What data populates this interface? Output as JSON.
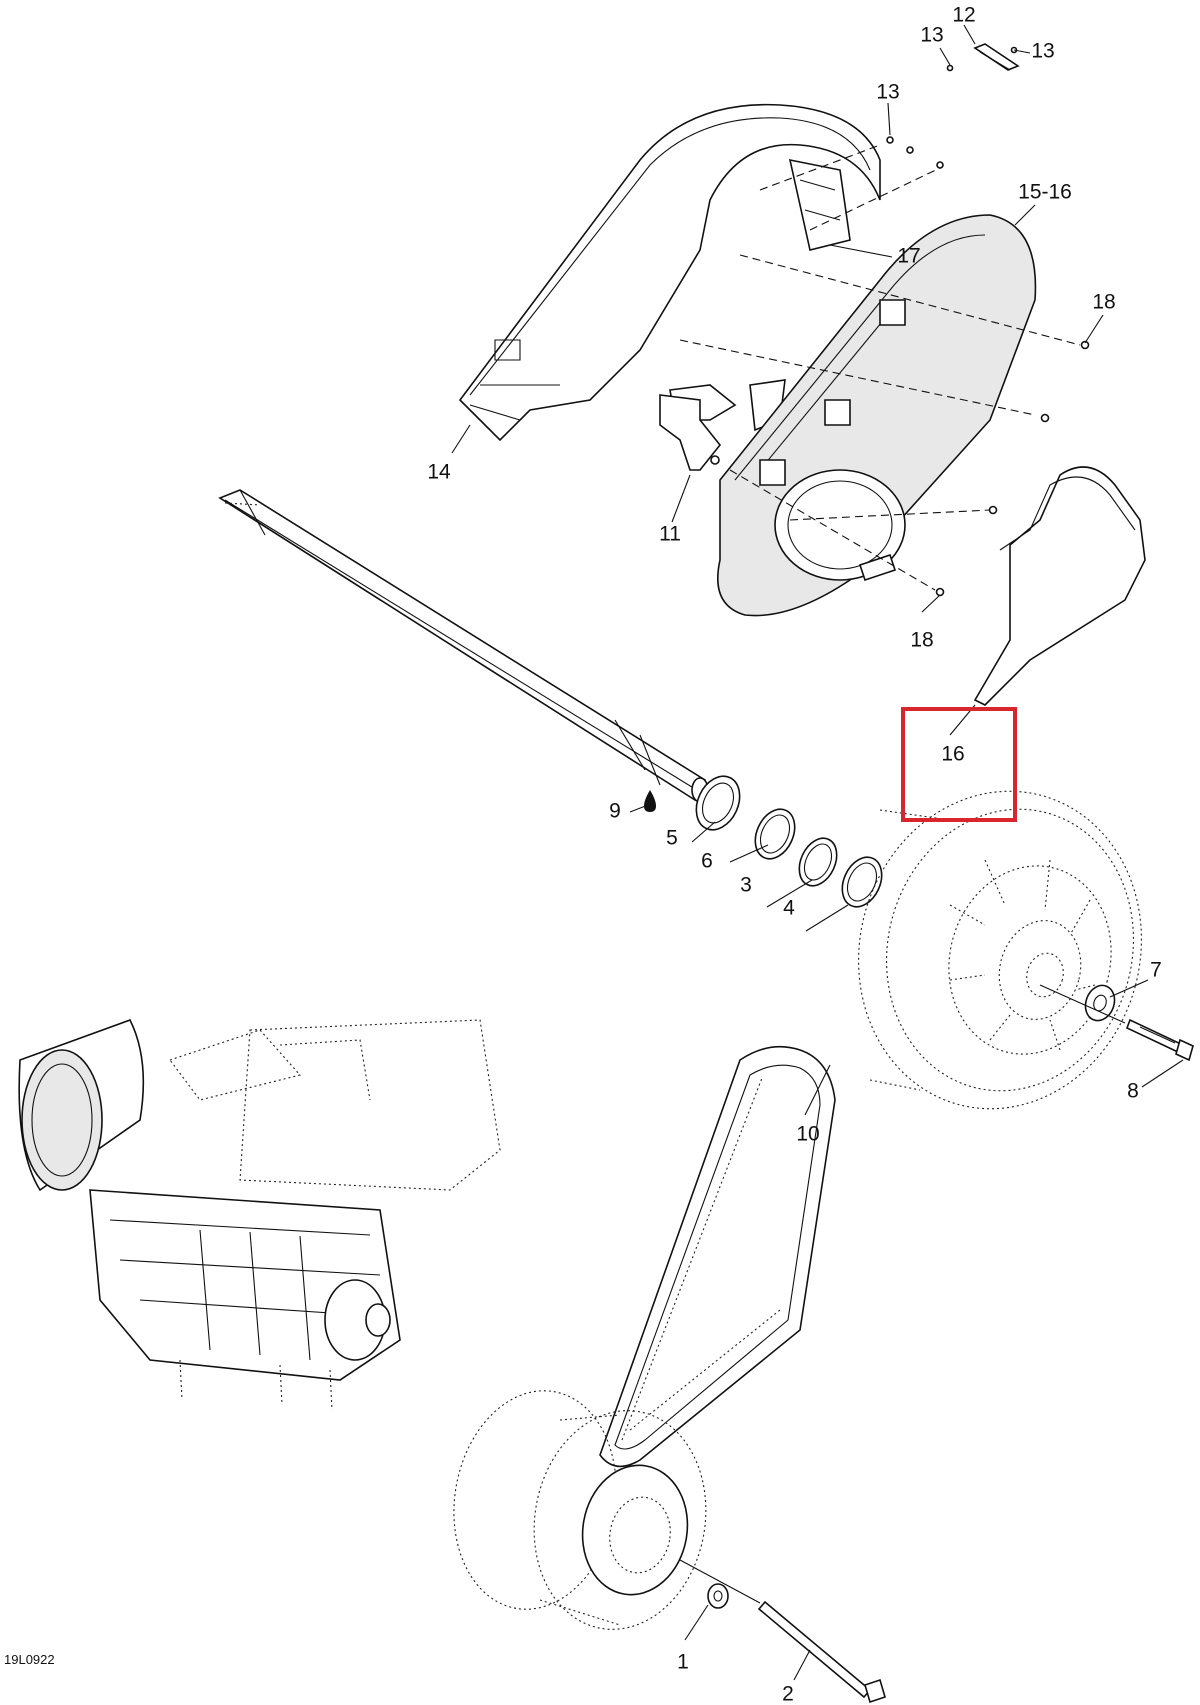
{
  "document_id": "19L0922",
  "highlight_color": "#d9262c",
  "callouts": [
    {
      "key": "c12",
      "text": "12"
    },
    {
      "key": "c13a",
      "text": "13"
    },
    {
      "key": "c13b",
      "text": "13"
    },
    {
      "key": "c13c",
      "text": "13"
    },
    {
      "key": "c15_16",
      "text": "15-16"
    },
    {
      "key": "c17",
      "text": "17"
    },
    {
      "key": "c18a",
      "text": "18"
    },
    {
      "key": "c14",
      "text": "14"
    },
    {
      "key": "c11",
      "text": "11"
    },
    {
      "key": "c18b",
      "text": "18"
    },
    {
      "key": "c16",
      "text": "16"
    },
    {
      "key": "c9",
      "text": "9"
    },
    {
      "key": "c5",
      "text": "5"
    },
    {
      "key": "c6",
      "text": "6"
    },
    {
      "key": "c3",
      "text": "3"
    },
    {
      "key": "c4",
      "text": "4"
    },
    {
      "key": "c7",
      "text": "7"
    },
    {
      "key": "c8",
      "text": "8"
    },
    {
      "key": "c10",
      "text": "10"
    },
    {
      "key": "c1",
      "text": "1"
    },
    {
      "key": "c2",
      "text": "2"
    }
  ]
}
